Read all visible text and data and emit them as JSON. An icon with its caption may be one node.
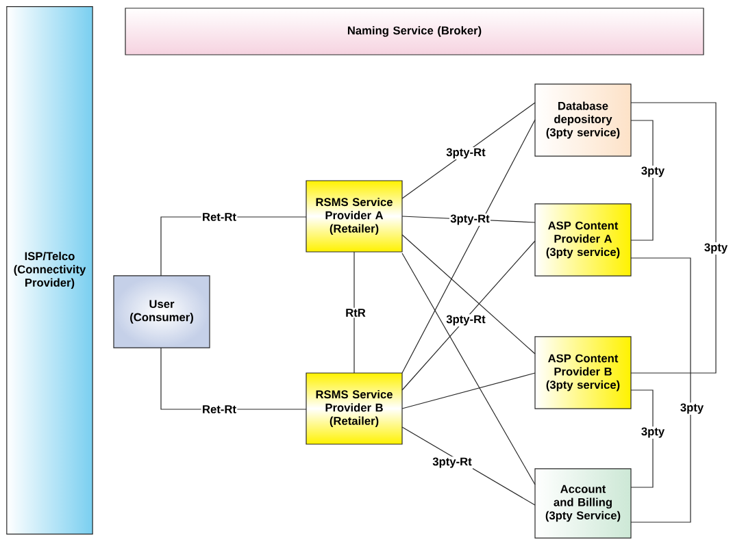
{
  "diagram": {
    "nodes": [
      {
        "text": [
          "ISP/Telco (Connectivity Provider)"
        ]
      },
      {
        "text": [
          "Naming Service (Broker)"
        ]
      },
      {
        "text": [
          "User (Consumer)"
        ]
      },
      {
        "text": [
          "RSMS Service Provider A (Retailer)"
        ]
      },
      {
        "text": [
          "RSMS Service Provider B (Retailer)"
        ]
      },
      {
        "text": [
          "Database depository (3pty service)"
        ]
      },
      {
        "text": [
          "ASP Content Provider A (3pty service)"
        ]
      },
      {
        "text": [
          "ASP Content Provider B (3pty service)"
        ]
      },
      {
        "text": [
          "Account and Billing (3pty Service)"
        ]
      }
    ],
    "edges": [
      {
        "from": 2,
        "to": 3,
        "arrow": "none",
        "label": "Ret-Rt"
      },
      {
        "from": 2,
        "to": 4,
        "arrow": "none",
        "label": "Ret-Rt"
      },
      {
        "from": 3,
        "to": 4,
        "arrow": "none",
        "label": "RtR"
      },
      {
        "from": 3,
        "to": 5,
        "arrow": "none",
        "label": "3pty-Rt"
      },
      {
        "from": 3,
        "to": 6,
        "arrow": "none",
        "label": "3pty-Rt"
      },
      {
        "from": 3,
        "to": 7,
        "arrow": "none"
      },
      {
        "from": 3,
        "to": 8,
        "arrow": "none"
      },
      {
        "from": 4,
        "to": 5,
        "arrow": "none"
      },
      {
        "from": 4,
        "to": 6,
        "arrow": "none",
        "label": "3pty-Rt"
      },
      {
        "from": 4,
        "to": 7,
        "arrow": "none"
      },
      {
        "from": 4,
        "to": 8,
        "arrow": "none",
        "label": "3pty-Rt"
      },
      {
        "from": 5,
        "to": 6,
        "arrow": "none",
        "label": "3pty"
      },
      {
        "from": 5,
        "to": 7,
        "arrow": "none",
        "label": "3pty"
      },
      {
        "from": 6,
        "to": 8,
        "arrow": "none",
        "label": "3pty"
      },
      {
        "from": 7,
        "to": 8,
        "arrow": "none",
        "label": "3pty"
      }
    ]
  }
}
